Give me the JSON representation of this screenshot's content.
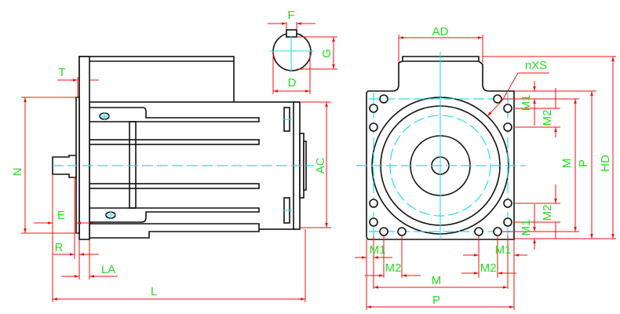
{
  "title": "Motor outline dimension drawing",
  "colors": {
    "outline": "#111111",
    "centerline": "#22e0e8",
    "dimension": "#f01010",
    "label": "#22dd22"
  },
  "side_view": {
    "labels": {
      "T": "T",
      "N": "N",
      "E": "E",
      "R": "R",
      "LA": "LA",
      "L": "L",
      "AC": "AC"
    }
  },
  "shaft_section": {
    "labels": {
      "F": "F",
      "G": "G",
      "D": "D"
    }
  },
  "end_view": {
    "labels": {
      "AD": "AD",
      "nXS": "nXS",
      "HD": "HD",
      "P_right": "P",
      "M_right": "M",
      "M1_top": "M1",
      "M2_top": "M2",
      "M2_bottom_right": "M2",
      "M1_bottom_right": "M1",
      "M1_left": "M1",
      "M2_left": "M2",
      "M_bottom": "M",
      "P_bottom": "P",
      "M1_right_bottom": "M1",
      "M2_right_bottom": "M2"
    }
  }
}
